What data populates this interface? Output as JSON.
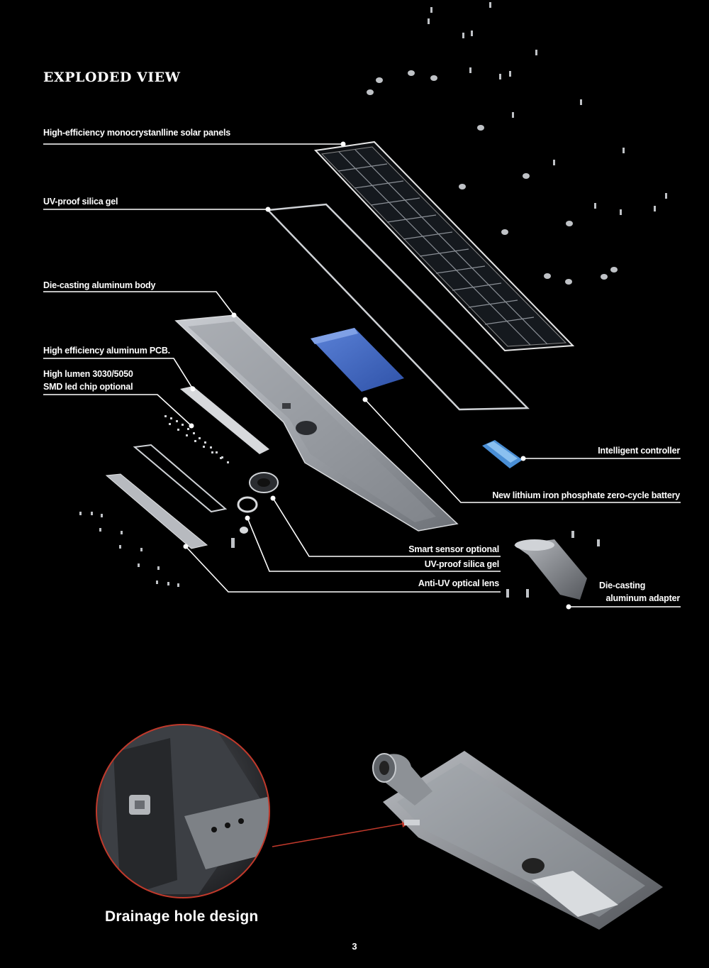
{
  "page": {
    "title": "EXPLODED VIEW",
    "page_number": "3"
  },
  "labels": {
    "solar_panels": "High-efficiency monocrystanlline solar panels",
    "uv_proof_gel_top": "UV-proof silica gel",
    "die_casting_body": "Die-casting aluminum body",
    "aluminum_pcb": "High efficiency aluminum PCB.",
    "led_chip_line1": "High lumen 3030/5050",
    "led_chip_line2": "SMD led chip optional",
    "intelligent_controller": "Intelligent controller",
    "battery": "New lithium iron phosphate zero-cycle battery",
    "smart_sensor": "Smart sensor optional",
    "uv_proof_gel_bottom": "UV-proof silica gel",
    "optical_lens": "Anti-UV optical lens",
    "adapter_line1": "Die-casting",
    "adapter_line2": "aluminum adapter"
  },
  "detail": {
    "caption": "Drainage hole design"
  },
  "colors": {
    "background": "#000000",
    "text": "#ffffff",
    "battery": "#3b63c4",
    "controller": "#4a8fd6",
    "pointer": "#c0392b"
  }
}
